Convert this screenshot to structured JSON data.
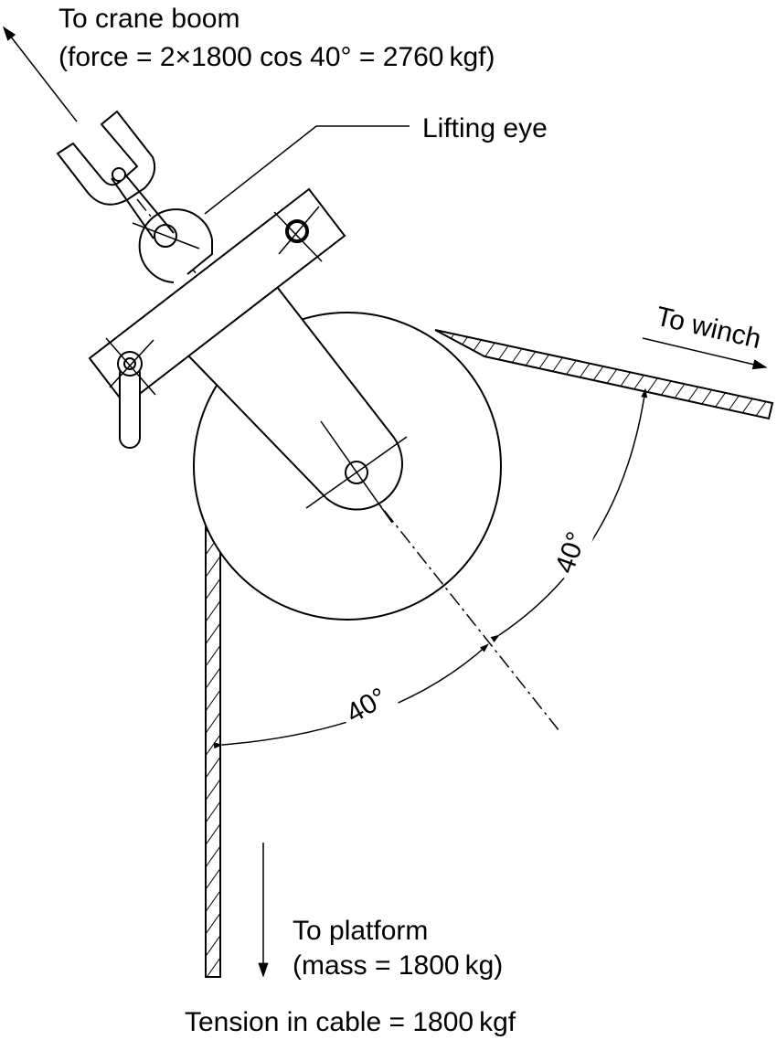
{
  "labels": {
    "crane_line1": "To crane boom",
    "crane_line2": "(force = 2×1800 cos 40° = 2760 kgf)",
    "lifting_eye": "Lifting eye",
    "winch": "To winch",
    "angle_upper": "40°",
    "angle_lower": "40°",
    "platform_line1": "To platform",
    "platform_line2": "(mass = 1800 kg)",
    "tension": "Tension in cable = 1800 kgf"
  },
  "icons": {
    "crane_arrow": "arrow-up-left-icon",
    "winch_arrow": "arrow-right-icon",
    "platform_arrow": "arrow-down-icon"
  }
}
